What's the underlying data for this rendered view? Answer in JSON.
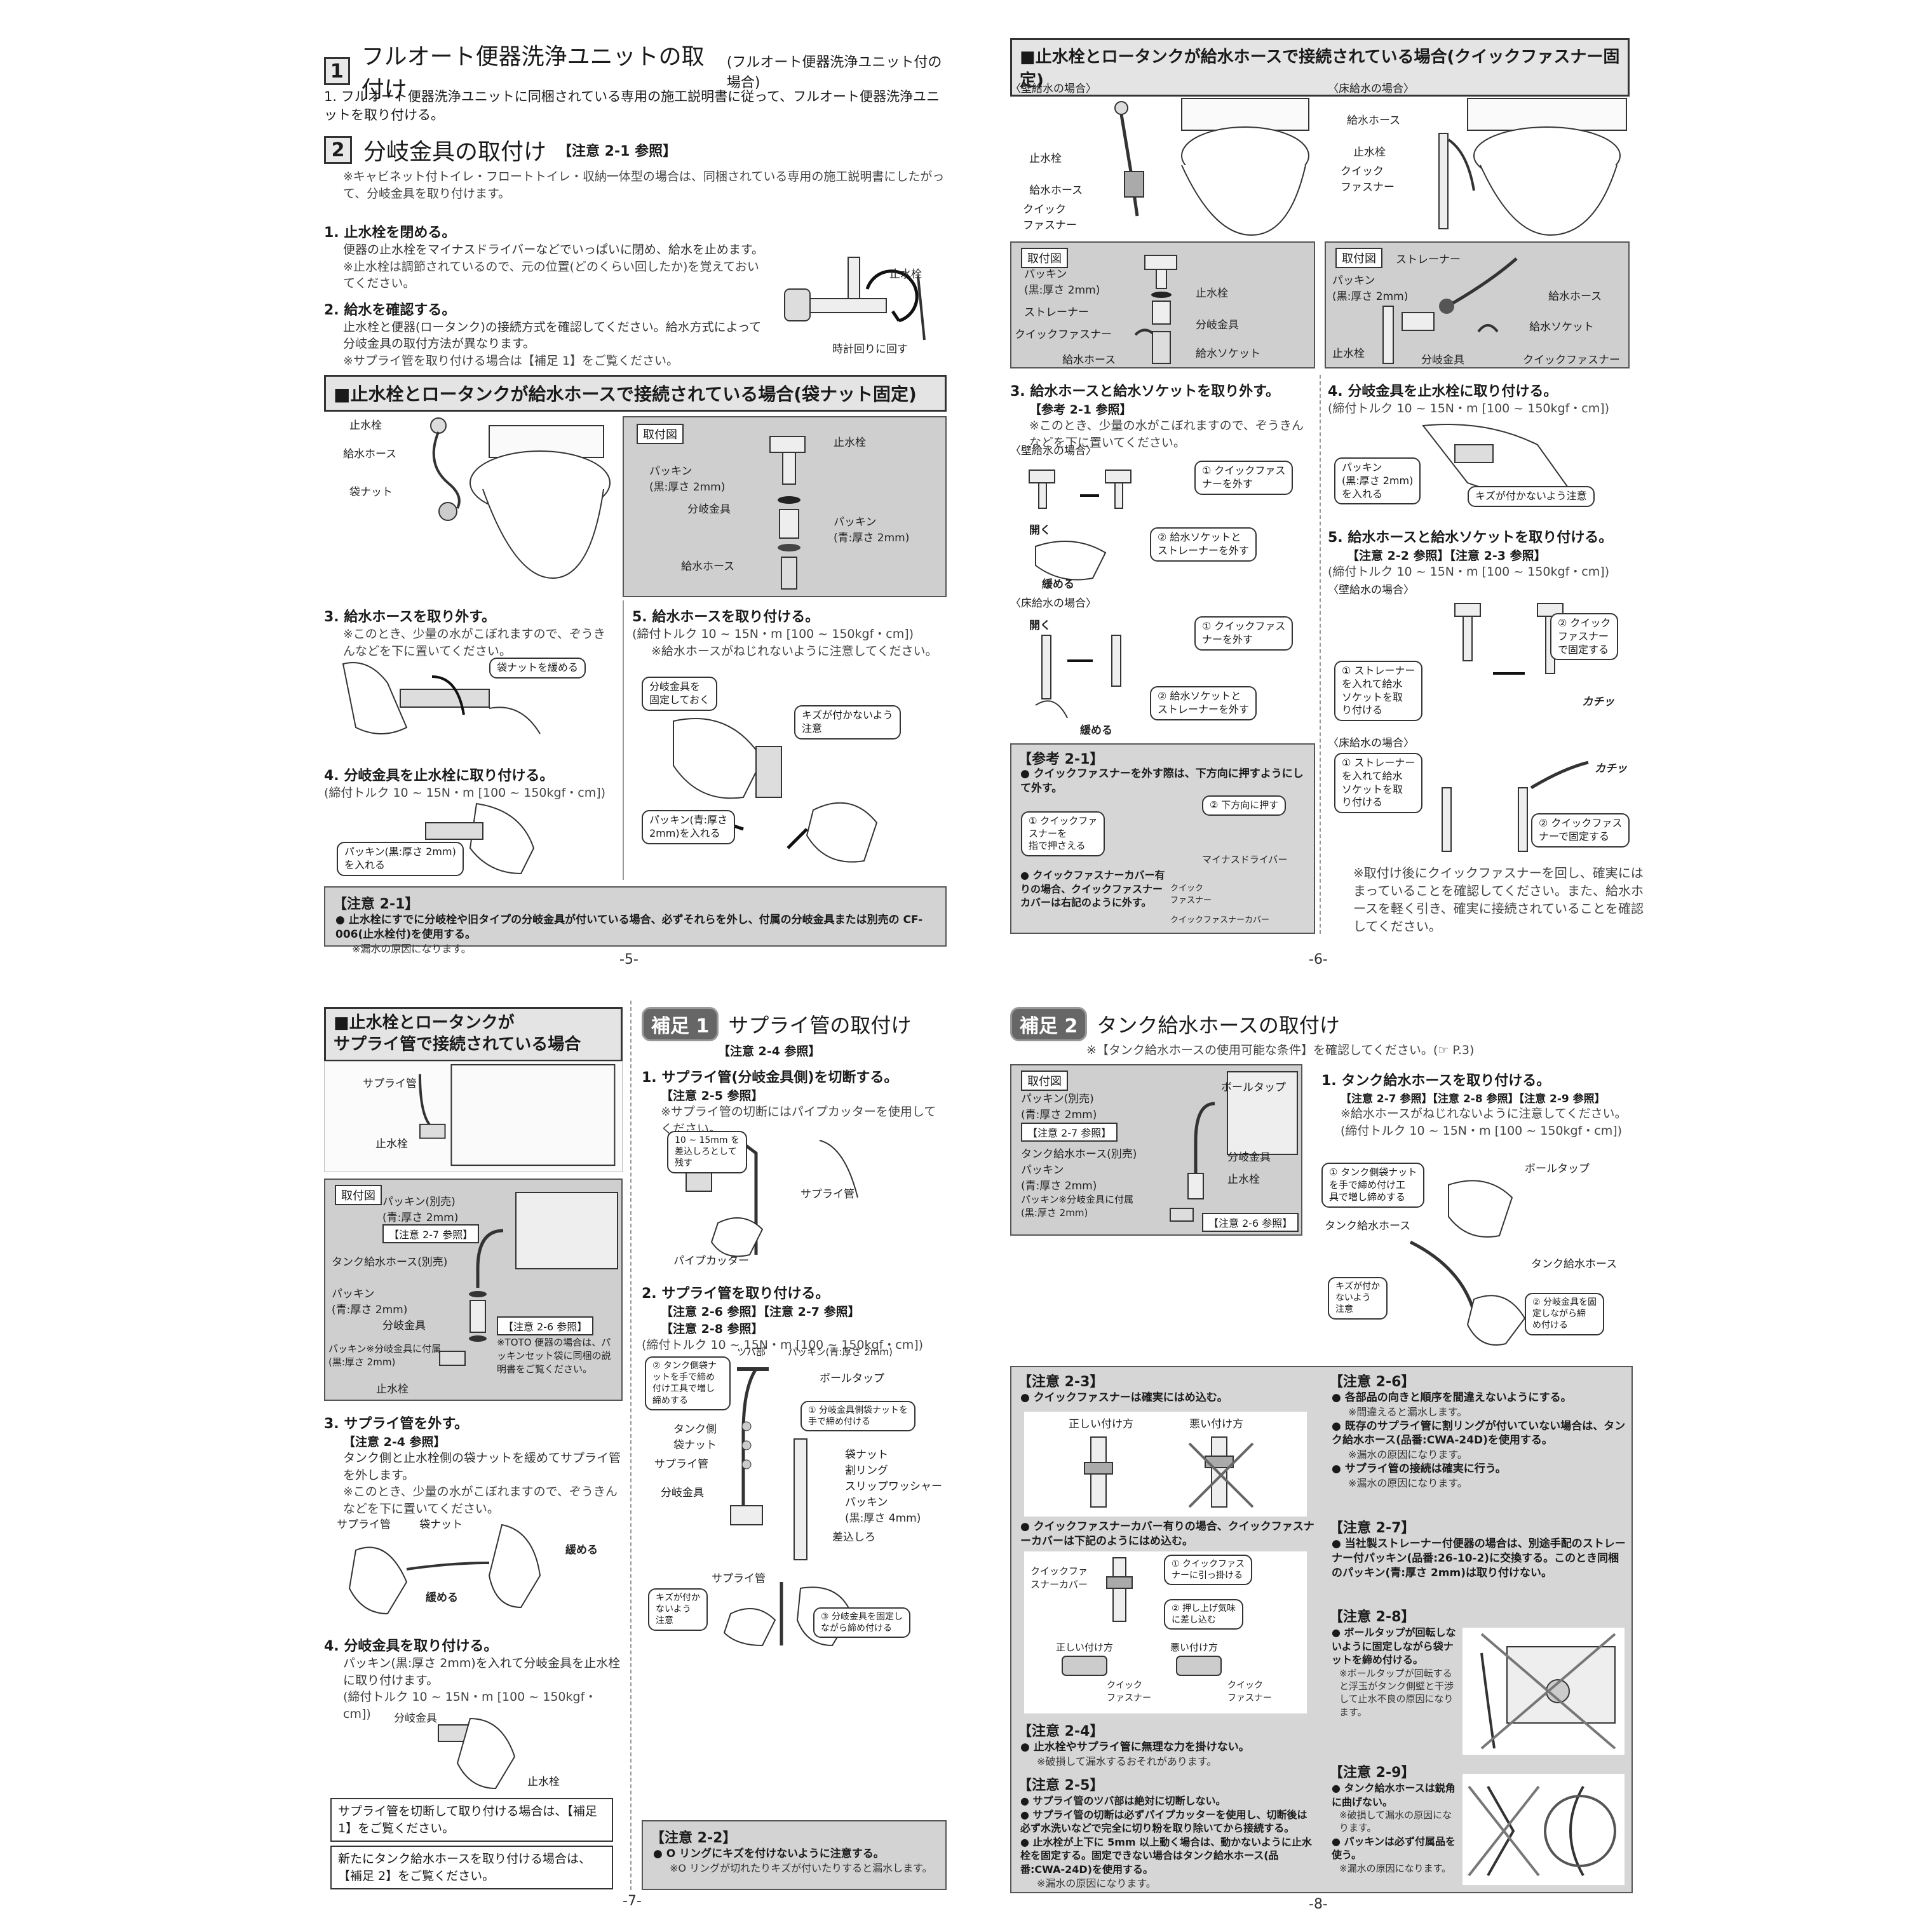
{
  "p5": {
    "s1": {
      "num": "1",
      "title": "フルオート便器洗浄ユニットの取付け",
      "sub": "(フルオート便器洗浄ユニット付の場合)",
      "step1": "1. フルオート便器洗浄ユニットに同梱されている専用の施工説明書に従って、フルオート便器洗浄ユニットを取り付ける。"
    },
    "s2": {
      "num": "2",
      "title": "分岐金具の取付け",
      "ref": "【注意 2-1 参照】",
      "note": "※キャビネット付トイレ・フロートトイレ・収納一体型の場合は、同梱されている専用の施工説明書にしたがって、分岐金具を取り付けます。"
    },
    "step1": {
      "title": "1. 止水栓を閉める。",
      "body": "便器の止水栓をマイナスドライバーなどでいっぱいに閉め、給水を止めます。",
      "note": "※止水栓は調節されているので、元の位置(どのくらい回したか)を覚えておいてください。"
    },
    "step2": {
      "title": "2. 給水を確認する。",
      "body": "止水栓と便器(ロータンク)の接続方式を確認してください。給水方式によって分岐金具の取付方法が異なります。",
      "note": "※サプライ管を取り付ける場合は【補足 1】をご覧ください。"
    },
    "valve": {
      "label": "止水栓",
      "turn": "時計回りに回す"
    },
    "bar": "■止水栓とロータンクが給水ホースで接続されている場合(袋ナット固定)",
    "fig1": {
      "valve": "止水栓",
      "hose": "給水ホース",
      "nut": "袋ナット"
    },
    "fig2": {
      "tag": "取付図",
      "valve": "止水栓",
      "packing_black": "パッキン\n(黒:厚さ 2mm)",
      "branch": "分岐金具",
      "packing_blue": "パッキン\n(青:厚さ 2mm)",
      "hose": "給水ホース"
    },
    "step3": {
      "title": "3. 給水ホースを取り外す。",
      "note": "※このとき、少量の水がこぼれますので、ぞうきんなどを下に置いてください。",
      "callout": "袋ナットを緩める"
    },
    "step4": {
      "title": "4. 分岐金具を止水栓に取り付ける。",
      "torque": "(締付トルク 10 ~ 15N・m [100 ~ 150kgf・cm])",
      "callout": "パッキン(黒:厚さ 2mm)\nを入れる"
    },
    "step5": {
      "title": "5. 給水ホースを取り付ける。",
      "torque": "(締付トルク 10 ~ 15N・m [100 ~ 150kgf・cm])",
      "note": "※給水ホースがねじれないように注意してください。",
      "c1": "分岐金具を\n固定しておく",
      "c2": "キズが付かないよう\n注意",
      "c3": "パッキン(青:厚さ\n2mm)を入れる"
    },
    "caution": {
      "title": "【注意 2-1】",
      "item": "● 止水栓にすでに分岐栓や旧タイプの分岐金具が付いている場合、必ずそれらを外し、付属の分岐金具または別売の CF-006(止水栓付)を使用する。",
      "sub": "※漏水の原因になります。"
    },
    "page": "-5-"
  },
  "p6": {
    "bar": "■止水栓とロータンクが給水ホースで接続されている場合(クイックファスナー固定)",
    "wall": "〈壁給水の場合〉",
    "floor": "〈床給水の場合〉",
    "figA": {
      "valve": "止水栓",
      "hose": "給水ホース",
      "qf": "クイック\nファスナー"
    },
    "figB": {
      "hose": "給水ホース",
      "valve": "止水栓",
      "qf": "クイック\nファスナー"
    },
    "mountA": {
      "tag": "取付図",
      "packing": "パッキン\n(黒:厚さ 2mm)",
      "strainer": "ストレーナー",
      "qf": "クイックファスナー",
      "hose": "給水ホース",
      "valve": "止水栓",
      "branch": "分岐金具",
      "socket": "給水ソケット"
    },
    "mountB": {
      "tag": "取付図",
      "strainer": "ストレーナー",
      "packing": "パッキン\n(黒:厚さ 2mm)",
      "valve": "止水栓",
      "branch": "分岐金具",
      "hose": "給水ホース",
      "socket": "給水ソケット",
      "qf": "クイックファスナー"
    },
    "step3": {
      "title": "3. 給水ホースと給水ソケットを取り外す。",
      "ref": "【参考 2-1 参照】",
      "note": "※このとき、少量の水がこぼれますので、ぞうきんなどを下に置いてください。",
      "wall": "〈壁給水の場合〉",
      "open": "開く",
      "loosen": "緩める",
      "c1": "① クイックファス\nナーを外す",
      "c2": "② 給水ソケットと\nストレーナーを外す",
      "floor": "〈床給水の場合〉",
      "open2": "開く",
      "loosen2": "緩める",
      "c3": "① クイックファス\nナーを外す",
      "c4": "② 給水ソケットと\nストレーナーを外す"
    },
    "ref21": {
      "title": "【参考 2-1】",
      "i1": "● クイックファスナーを外す際は、下方向に押すようにして外す。",
      "c1": "① クイックファ\nスナーを\n指で押さえる",
      "c2": "② 下方向に押す",
      "driver": "マイナスドライバー",
      "i2": "● クイックファスナーカバー有りの場合、クイックファスナーカバーは右記のように外す。",
      "qf": "クイック\nファスナー",
      "cover": "クイックファスナーカバー"
    },
    "step4": {
      "title": "4. 分岐金具を止水栓に取り付ける。",
      "torque": "(締付トルク 10 ~ 15N・m [100 ~ 150kgf・cm])",
      "c1": "パッキン\n(黒:厚さ 2mm)\nを入れる",
      "c2": "キズが付かないよう注意"
    },
    "step5": {
      "title": "5. 給水ホースと給水ソケットを取り付ける。",
      "ref": "【注意 2-2 参照】【注意 2-3 参照】",
      "torque": "(締付トルク 10 ~ 15N・m [100 ~ 150kgf・cm])",
      "wall": "〈壁給水の場合〉",
      "c1": "① ストレーナー\nを入れて給水\nソケットを取\nり付ける",
      "c2": "② クイック\nファスナー\nで固定する",
      "click": "カチッ",
      "floor": "〈床給水の場合〉",
      "c3": "① ストレーナー\nを入れて給水\nソケットを取\nり付ける",
      "c4": "② クイックファス\nナーで固定する",
      "click2": "カチッ",
      "note": "※取付け後にクイックファスナーを回し、確実にはまっていることを確認してください。また、給水ホースを軽く引き、確実に接続されていることを確認してください。"
    },
    "page": "-6-"
  },
  "p7": {
    "bar": "■止水栓とロータンクが\nサプライ管で接続されている場合",
    "fig1": {
      "supply": "サプライ管",
      "valve": "止水栓"
    },
    "mount": {
      "tag": "取付図",
      "packing1": "パッキン(別売)\n(青:厚さ 2mm)",
      "ref27": "【注意 2-7 参照】",
      "tankhose": "タンク給水ホース(別売)",
      "packing2": "パッキン\n(青:厚さ 2mm)",
      "branch": "分岐金具",
      "ref26": "【注意 2-6 参照】",
      "packing3": "パッキン※分岐金具に付属\n(黒:厚さ 2mm)",
      "valve": "止水栓",
      "toto": "※TOTO 便器の場合は、パッキンセット袋に同梱の説明書をご覧ください。"
    },
    "step3": {
      "title": "3. サプライ管を外す。",
      "ref": "【注意 2-4 参照】",
      "body": "タンク側と止水栓側の袋ナットを緩めてサプライ管を外します。",
      "note": "※このとき、少量の水がこぼれますので、ぞうきんなどを下に置いてください。",
      "supply": "サプライ管",
      "nut": "袋ナット",
      "loosen": "緩める",
      "loosen2": "緩める"
    },
    "step4": {
      "title": "4. 分岐金具を取り付ける。",
      "body": "パッキン(黒:厚さ 2mm)を入れて分岐金具を止水栓に取り付けます。",
      "torque": "(締付トルク 10 ~ 15N・m [100 ~ 150kgf・cm])",
      "branch": "分岐金具",
      "valve": "止水栓"
    },
    "box1": "サプライ管を切断して取り付ける場合は、【補足 1】をご覧ください。",
    "box2": "新たにタンク給水ホースを取り付ける場合は、【補足 2】をご覧ください。",
    "h1": {
      "badge": "補足 1",
      "title": "サプライ管の取付け",
      "ref": "【注意 2-4 参照】"
    },
    "h1step1": {
      "title": "1. サプライ管(分岐金具側)を切断する。",
      "ref": "【注意 2-5 参照】",
      "note": "※サプライ管の切断にはパイプカッターを使用してください。",
      "c1": "10 ~ 15mm を\n差込しろとして\n残す",
      "supply": "サプライ管",
      "cutter": "パイプカッター"
    },
    "h1step2": {
      "title": "2. サプライ管を取り付ける。",
      "ref1": "【注意 2-6 参照】【注意 2-7 参照】",
      "ref2": "【注意 2-8 参照】",
      "torque": "(締付トルク 10 ~ 15N・m [100 ~ 150kgf・cm])",
      "c1": "② タンク側袋ナットを手で締め付け工具で増し締めする",
      "tsuba": "ツバ部",
      "packing": "パッキン(青:厚さ 2mm)",
      "ball": "ボールタップ",
      "tanknut": "タンク側\n袋ナット",
      "supply": "サプライ管",
      "branch": "分岐金具",
      "c2": "① 分岐金具側袋ナットを\n手で締め付ける",
      "nut": "袋ナット",
      "ring": "割リング",
      "washer": "スリップワッシャー",
      "packing2": "パッキン\n(黒:厚さ 4mm)",
      "insert": "差込しろ",
      "supply2": "サプライ管",
      "c3": "キズが付か\nないよう\n注意",
      "c4": "③ 分岐金具を固定し\nながら締め付ける"
    },
    "caution22": {
      "title": "【注意 2-2】",
      "item": "● O リングにキズを付けないように注意する。",
      "sub": "※O リングが切れたりキズが付いたりすると漏水します。"
    },
    "page": "-7-"
  },
  "p8": {
    "h2": {
      "badge": "補足 2",
      "title": "タンク給水ホースの取付け",
      "note": "※【タンク給水ホースの使用可能な条件】を確認してください。(☞ P.3)"
    },
    "mount": {
      "tag": "取付図",
      "ball": "ボールタップ",
      "packing1": "パッキン(別売)\n(青:厚さ 2mm)",
      "ref27": "【注意 2-7 参照】",
      "tankhose": "タンク給水ホース(別売)",
      "branch": "分岐金具",
      "packing2": "パッキン\n(青:厚さ 2mm)",
      "valve": "止水栓",
      "packing3": "パッキン※分岐金具に付属\n(黒:厚さ 2mm)",
      "ref26": "【注意 2-6 参照】"
    },
    "step1": {
      "title": "1. タンク給水ホースを取り付ける。",
      "ref": "【注意 2-7 参照】【注意 2-8 参照】【注意 2-9 参照】",
      "note": "※給水ホースがねじれないように注意してください。",
      "torque": "(締付トルク 10 ~ 15N・m [100 ~ 150kgf・cm])",
      "c1": "① タンク側袋ナット\nを手で締め付け工\n具で増し締めする",
      "ball": "ボールタップ",
      "tankhose": "タンク給水ホース",
      "tankhose2": "タンク給水ホース",
      "c2": "キズが付か\nないよう\n注意",
      "c3": "② 分岐金具を固\n定しながら締\nめ付ける"
    },
    "c23": {
      "title": "【注意 2-3】",
      "i1": "● クイックファスナーは確実にはめ込む。",
      "good": "正しい付け方",
      "bad": "悪い付け方",
      "i2": "● クイックファスナーカバー有りの場合、クイックファスナーカバーは下記のようにはめ込む。",
      "cover": "クイックファ\nスナーカバー",
      "s1": "① クイックファス\nナーに引っ掛ける",
      "s2": "② 押し上げ気味\nに差し込む",
      "good2": "正しい付け方",
      "bad2": "悪い付け方",
      "qf": "クイック\nファスナー",
      "qf2": "クイック\nファスナー"
    },
    "c24": {
      "title": "【注意 2-4】",
      "i1": "● 止水栓やサプライ管に無理な力を掛けない。",
      "s1": "※破損して漏水するおそれがあります。"
    },
    "c25": {
      "title": "【注意 2-5】",
      "i1": "● サプライ管のツバ部は絶対に切断しない。",
      "i2": "● サプライ管の切断は必ずパイプカッターを使用し、切断後は必ず水洗いなどで完全に切り粉を取り除いてから接続する。",
      "i3": "● 止水栓が上下に 5mm 以上動く場合は、動かないように止水栓を固定する。固定できない場合はタンク給水ホース(品番:CWA-24D)を使用する。",
      "s1": "※漏水の原因になります。"
    },
    "c26": {
      "title": "【注意 2-6】",
      "i1": "● 各部品の向きと順序を間違えないようにする。",
      "s1": "※間違えると漏水します。",
      "i2": "● 既存のサプライ管に割リングが付いていない場合は、タンク給水ホース(品番:CWA-24D)を使用する。",
      "s2": "※漏水の原因になります。",
      "i3": "● サプライ管の接続は確実に行う。",
      "s3": "※漏水の原因になります。"
    },
    "c27": {
      "title": "【注意 2-7】",
      "i1": "● 当社製ストレーナー付便器の場合は、別途手配のストレーナー付パッキン(品番:26-10-2)に交換する。このとき同梱のパッキン(青:厚さ 2mm)は取り付けない。"
    },
    "c28": {
      "title": "【注意 2-8】",
      "i1": "● ボールタップが回転しないように固定しながら袋ナットを締め付ける。",
      "s1": "※ボールタップが回転すると浮玉がタンク側壁と干渉して止水不良の原因になります。"
    },
    "c29": {
      "title": "【注意 2-9】",
      "i1": "● タンク給水ホースは鋭角に曲げない。",
      "s1": "※破損して漏水の原因になります。",
      "i2": "● パッキンは必ず付属品を使う。",
      "s2": "※漏水の原因になります。"
    },
    "page": "-8-"
  }
}
